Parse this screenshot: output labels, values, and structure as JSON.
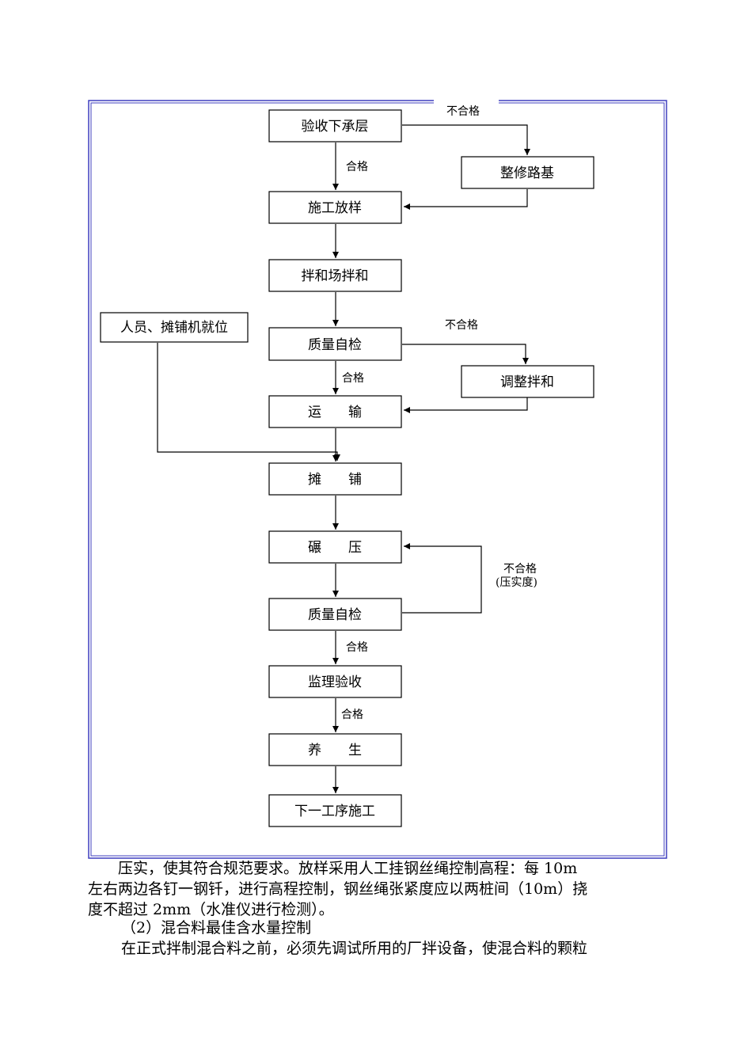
{
  "flowchart": {
    "nodes": {
      "yanshou_xiachengceng": "验收下承层",
      "zhengxiu_luji": "整修路基",
      "shigong_fangyang": "施工放样",
      "banhechang_banhe": "拌和场拌和",
      "renyuan_tanpuji": "人员、摊铺机就位",
      "zhiliang_zijian_1": "质量自检",
      "tiaozheng_banhe": "调整拌和",
      "yunshu": "运　　输",
      "tanpu": "摊　　铺",
      "nianya": "碾　　压",
      "zhiliang_zijian_2": "质量自检",
      "jianli_yanshou": "监理验收",
      "yangsheng": "养　　生",
      "xia_yi_gongxu": "下一工序施工"
    },
    "labels": {
      "buhege_1": "不合格",
      "hege_1": "合格",
      "buhege_2": "不合格",
      "hege_2": "合格",
      "buhege_3_line1": "不合格",
      "buhege_3_line2": "(压实度)",
      "hege_3": "合格",
      "hege_4": "合格"
    }
  },
  "body_text": {
    "line1": "压实，使其符合规范要求。放样采用人工挂钢丝绳控制高程：每 10m",
    "line2": "左右两边各钉一钢钎，进行高程控制，钢丝绳张紧度应以两桩间（10m）挠",
    "line3": "度不超过 2mm（水准仪进行检测）。",
    "heading": "（2）混合料最佳含水量控制",
    "line4": "在正式拌制混合料之前，必须先调试所用的厂拌设备，使混合料的颗粒"
  },
  "colors": {
    "frame": "#3f3fbf",
    "line": "#000000"
  }
}
